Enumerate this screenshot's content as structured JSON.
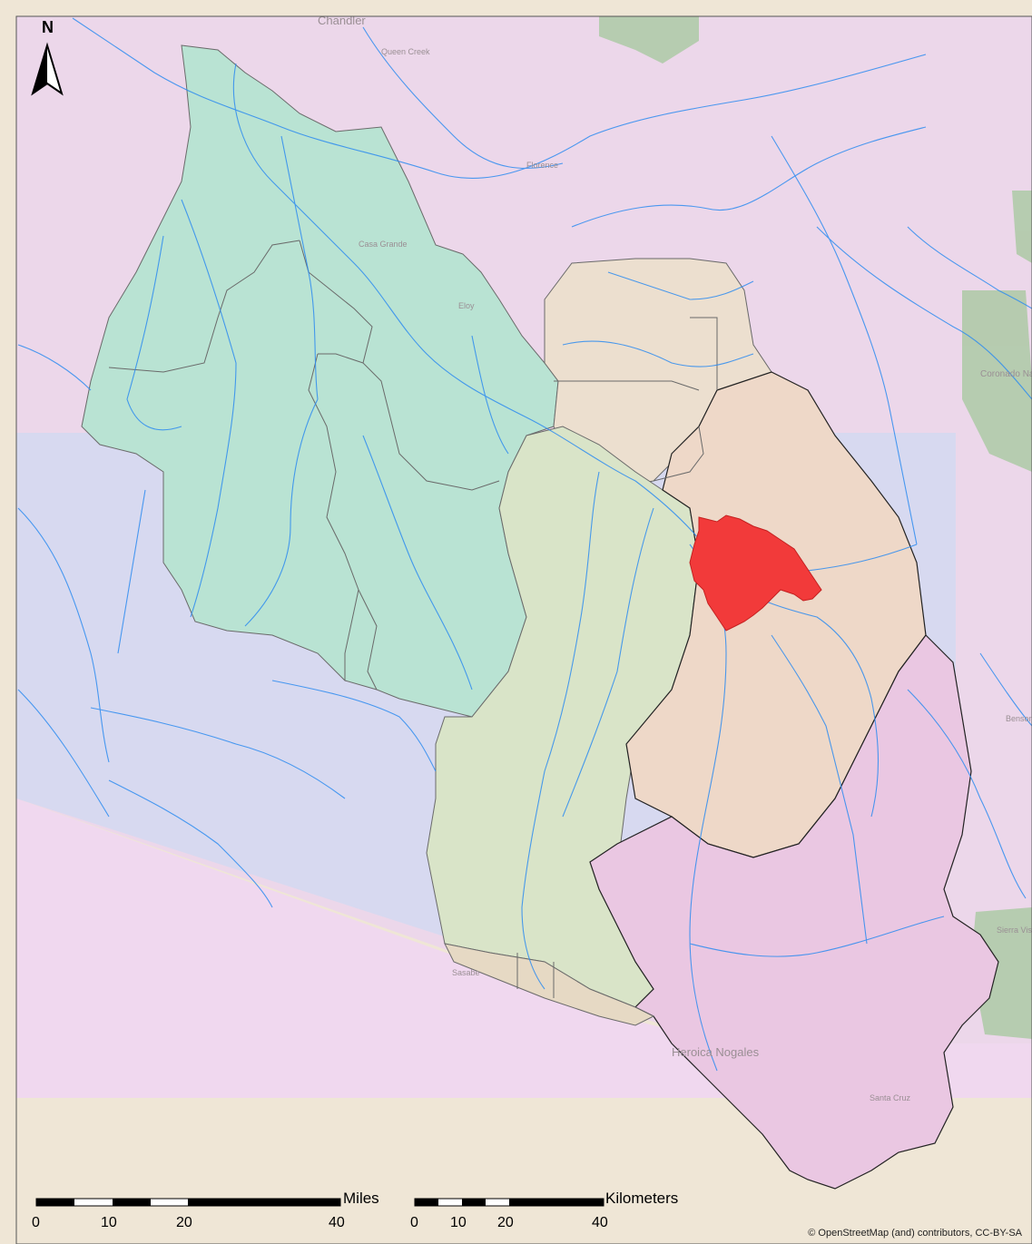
{
  "north_arrow": {
    "label": "N"
  },
  "places": {
    "chandler": "Chandler",
    "queen_creek": "Queen Creek",
    "florence": "Florence",
    "casa_grande": "Casa Grande",
    "eloy": "Eloy",
    "coronado": "Coronado National Forest",
    "heroica_nogales": "Heroica Nogales",
    "santa_cruz": "Santa Cruz",
    "sasabe": "Sasabe",
    "benson": "Benson",
    "sierra_vista": "Sierra Vista"
  },
  "scalebar_miles": {
    "unit": "Miles",
    "ticks": [
      "0",
      "10",
      "20",
      "40"
    ]
  },
  "scalebar_km": {
    "unit": "Kilometers",
    "ticks": [
      "0",
      "10",
      "20",
      "40"
    ]
  },
  "attribution": "© OpenStreetMap (and) contributors, CC-BY-SA",
  "colors": {
    "basemap": "#efe6d6",
    "county_pink": "#ecd7ea",
    "county_blue": "#d6d9f0",
    "mexico_pink": "#f0d8ef",
    "green_watershed": "#b9e3d3",
    "tan_watershed": "#ecdfcf",
    "olive_watershed": "#d9e4c8",
    "peach_watershed": "#eed8c8",
    "magenta_watershed": "#eac7e2",
    "red_area": "#f23a3a",
    "rivers": "#2e8cf0",
    "forest": "#a9c9a1"
  }
}
